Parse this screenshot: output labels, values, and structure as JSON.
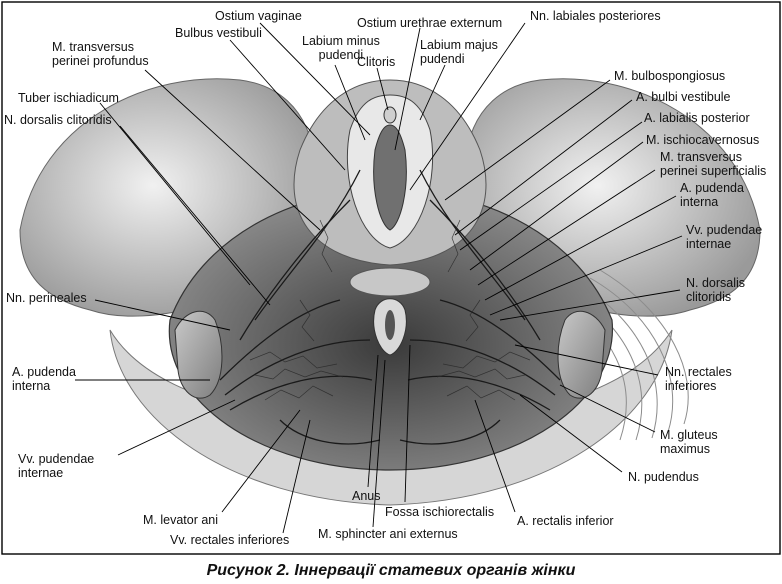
{
  "caption": "Рисунок 2. Іннервації статевих органів жінки",
  "labels": {
    "ostium_vaginae": "Ostium vaginae",
    "bulbus_vestibuli": "Bulbus vestibuli",
    "labium_minus": "Labium minus\npudendi",
    "ostium_urethrae": "Ostium urethrae externum",
    "clitoris": "Clitoris",
    "labium_majus": "Labium majus\npudendi",
    "nn_labiales": "Nn. labiales posteriores",
    "m_transversus_profundus": "M. transversus\nperinei profundus",
    "tuber_ischiadicum": "Tuber ischiadicum",
    "n_dorsalis_left": "N. dorsalis clitoridis",
    "m_bulbospongiosus": "M. bulbospongiosus",
    "a_bulbi": "A. bulbi vestibule",
    "a_labialis": "A. labialis posterior",
    "m_ischiocavernosus": "M. ischiocavernosus",
    "m_transversus_superficialis": "M. transversus\nperinei superficialis",
    "a_pudenda_right": "A. pudenda\ninterna",
    "vv_pudendae_right": "Vv. pudendae\ninternae",
    "n_dorsalis_right": "N. dorsalis\nclitoridis",
    "nn_perineales": "Nn. perineales",
    "a_pudenda_left": "A. pudenda\ninterna",
    "nn_rectales": "Nn. rectales\ninferiores",
    "m_gluteus": "M. gluteus\nmaximus",
    "vv_pudendae_left": "Vv. pudendae\ninternae",
    "n_pudendus": "N. pudendus",
    "anus": "Anus",
    "m_levator": "M. levator ani",
    "fossa": "Fossa ischiorectalis",
    "a_rectalis": "A. rectalis inferior",
    "vv_rectales": "Vv. rectales inferiores",
    "m_sphincter": "M. sphincter ani externus"
  }
}
